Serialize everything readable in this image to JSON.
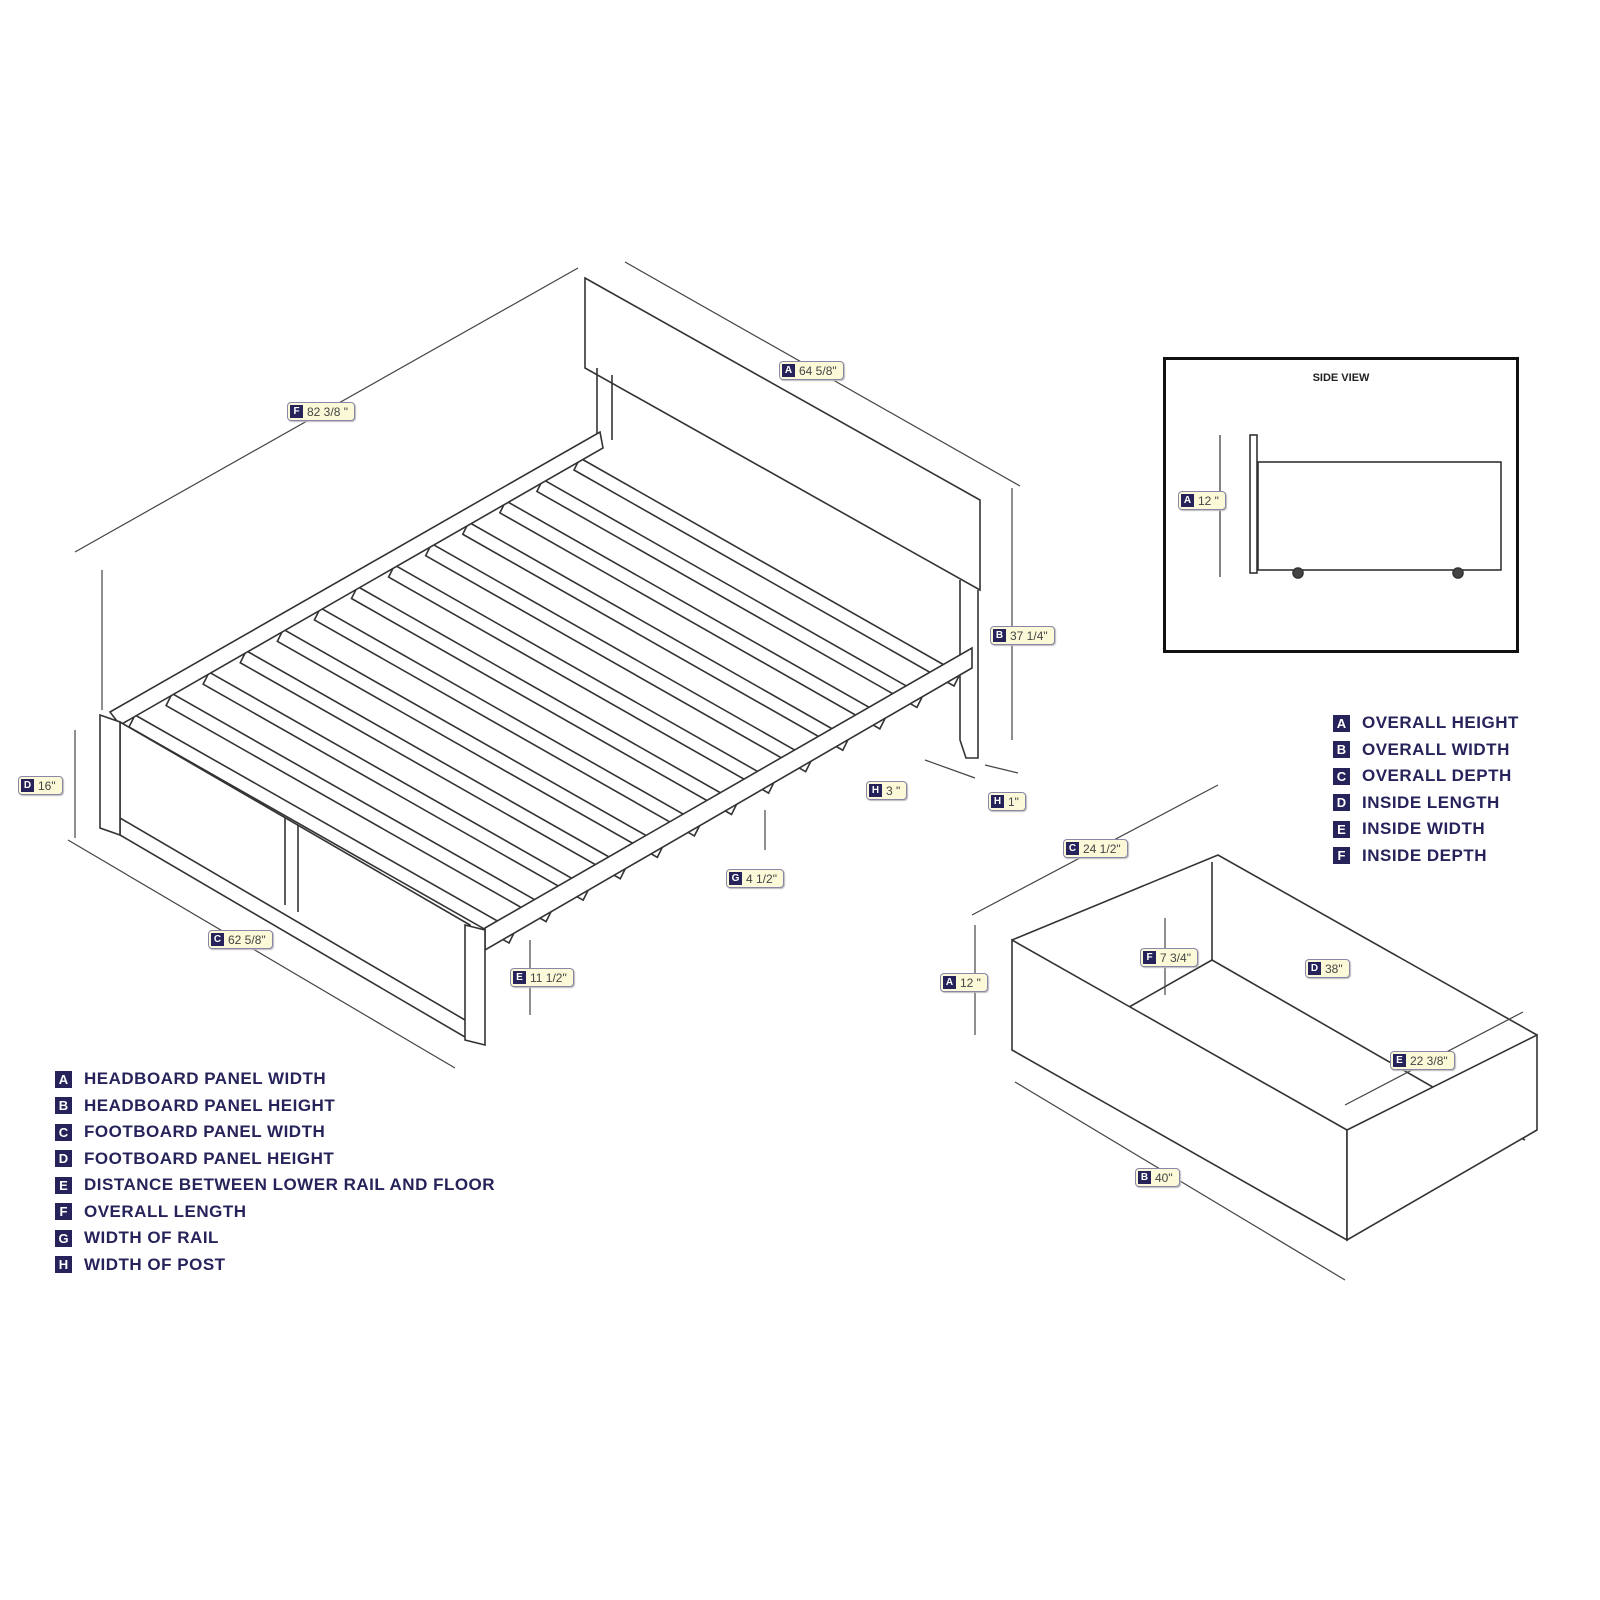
{
  "bed_dimensions": [
    {
      "key": "F",
      "value": "82 3/8 \""
    },
    {
      "key": "A",
      "value": "64 5/8\""
    },
    {
      "key": "B",
      "value": "37 1/4\""
    },
    {
      "key": "D",
      "value": "16\""
    },
    {
      "key": "H",
      "value": "3 \""
    },
    {
      "key": "H",
      "value": "1\""
    },
    {
      "key": "G",
      "value": "4 1/2\""
    },
    {
      "key": "C",
      "value": "62 5/8\""
    },
    {
      "key": "E",
      "value": "11 1/2\""
    }
  ],
  "side_view": {
    "title": "SIDE VIEW",
    "dimension": {
      "key": "A",
      "value": "12 \""
    }
  },
  "drawer_dimensions": [
    {
      "key": "C",
      "value": "24 1/2\""
    },
    {
      "key": "F",
      "value": "7 3/4\""
    },
    {
      "key": "D",
      "value": "38\""
    },
    {
      "key": "A",
      "value": "12 \""
    },
    {
      "key": "E",
      "value": "22 3/8\""
    },
    {
      "key": "B",
      "value": "40\""
    }
  ],
  "bed_legend": [
    {
      "key": "A",
      "label": "HEADBOARD PANEL WIDTH"
    },
    {
      "key": "B",
      "label": "HEADBOARD PANEL HEIGHT"
    },
    {
      "key": "C",
      "label": "FOOTBOARD PANEL WIDTH"
    },
    {
      "key": "D",
      "label": "FOOTBOARD PANEL HEIGHT"
    },
    {
      "key": "E",
      "label": "DISTANCE BETWEEN LOWER RAIL AND FLOOR"
    },
    {
      "key": "F",
      "label": "OVERALL LENGTH"
    },
    {
      "key": "G",
      "label": "WIDTH OF RAIL"
    },
    {
      "key": "H",
      "label": "WIDTH OF POST"
    }
  ],
  "drawer_legend": [
    {
      "key": "A",
      "label": "OVERALL HEIGHT"
    },
    {
      "key": "B",
      "label": "OVERALL WIDTH"
    },
    {
      "key": "C",
      "label": "OVERALL DEPTH"
    },
    {
      "key": "D",
      "label": "INSIDE LENGTH"
    },
    {
      "key": "E",
      "label": "INSIDE WIDTH"
    },
    {
      "key": "F",
      "label": "INSIDE DEPTH"
    }
  ],
  "colors": {
    "key_badge": "#26235a",
    "chip_bg": "#fbf9d8",
    "line": "#333333"
  }
}
